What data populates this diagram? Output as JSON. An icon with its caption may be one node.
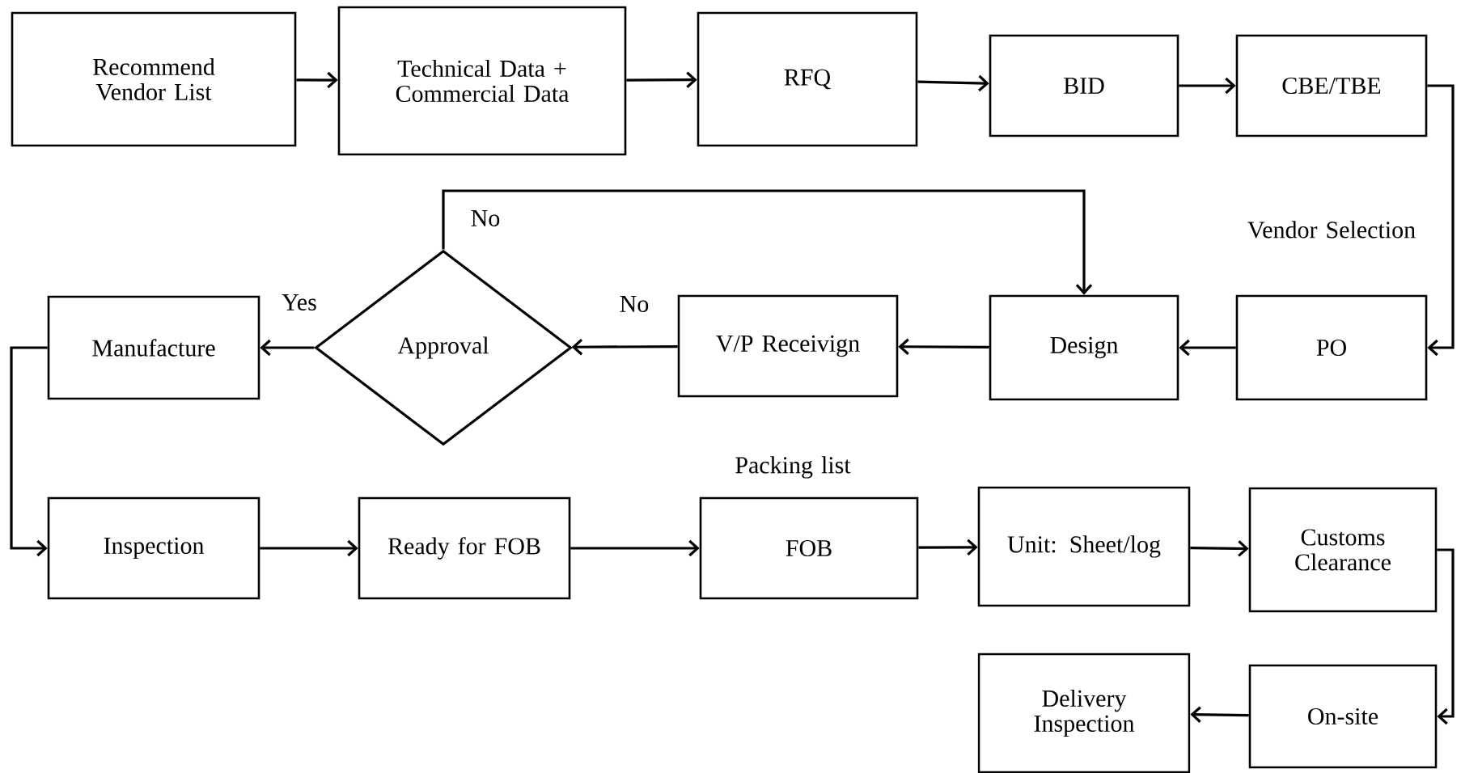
{
  "diagram": {
    "nodes": [
      {
        "text": [
          "Recommend Vendor List"
        ]
      },
      {
        "text": [
          "Technical Data + Commercial Data"
        ]
      },
      {
        "text": [
          "RFQ"
        ]
      },
      {
        "text": [
          "BID"
        ]
      },
      {
        "text": [
          "CBE/TBE"
        ]
      },
      {
        "text": [
          "PO"
        ]
      },
      {
        "text": [
          "Design"
        ]
      },
      {
        "text": [
          "V/P Receivign"
        ]
      },
      {
        "text": [
          "Approval"
        ]
      },
      {
        "text": [
          "Manufacture"
        ]
      },
      {
        "text": [
          "Inspection"
        ]
      },
      {
        "text": [
          "Ready for FOB"
        ]
      },
      {
        "text": [
          "FOB"
        ]
      },
      {
        "text": [
          "Unit: Sheet/log"
        ]
      },
      {
        "text": [
          "Customs Clearance"
        ]
      },
      {
        "text": [
          "On-site"
        ]
      },
      {
        "text": [
          "Delivery Inspection"
        ]
      }
    ],
    "edges": [
      {
        "from": 0,
        "to": 1,
        "arrow": "to"
      },
      {
        "from": 1,
        "to": 2,
        "arrow": "to"
      },
      {
        "from": 2,
        "to": 3,
        "arrow": "to"
      },
      {
        "from": 3,
        "to": 4,
        "arrow": "to"
      },
      {
        "from": 4,
        "to": 5,
        "arrow": "to"
      },
      {
        "from": 5,
        "to": 6,
        "arrow": "to"
      },
      {
        "from": 6,
        "to": 7,
        "arrow": "to"
      },
      {
        "from": 7,
        "to": 8,
        "arrow": "to",
        "label": "No"
      },
      {
        "from": 8,
        "to": 6,
        "arrow": "to",
        "label": "No"
      },
      {
        "from": 8,
        "to": 9,
        "arrow": "to",
        "label": "Yes"
      },
      {
        "from": 9,
        "to": 10,
        "arrow": "to"
      },
      {
        "from": 10,
        "to": 11,
        "arrow": "to"
      },
      {
        "from": 11,
        "to": 12,
        "arrow": "to"
      },
      {
        "from": 12,
        "to": 13,
        "arrow": "to"
      },
      {
        "from": 13,
        "to": 14,
        "arrow": "to"
      },
      {
        "from": 14,
        "to": 15,
        "arrow": "to"
      },
      {
        "from": 15,
        "to": 16,
        "arrow": "to"
      }
    ],
    "labels": [
      "Vendor Selection",
      "Packing list"
    ]
  }
}
